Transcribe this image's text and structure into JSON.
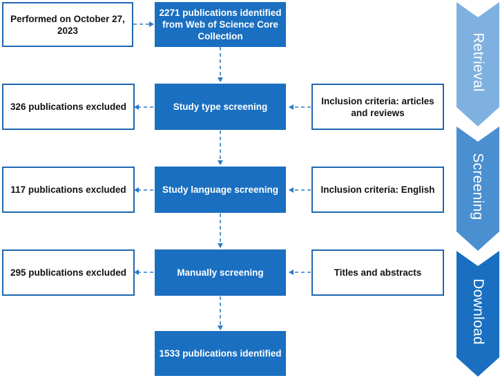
{
  "date_box": "Performed on October 27, 2023",
  "source_box": "2271 publications identified from Web of Science Core Collection",
  "steps": [
    "Study type screening",
    "Study language screening",
    "Manually screening"
  ],
  "excluded": [
    "326 publications excluded",
    "117 publications excluded",
    "295 publications excluded"
  ],
  "criteria": [
    "Inclusion criteria: articles and reviews",
    "Inclusion criteria: English",
    "Titles and abstracts"
  ],
  "result_box": "1533 publications identified",
  "phases": [
    {
      "label": "Retrieval",
      "color": "#7fb1e0"
    },
    {
      "label": "Screening",
      "color": "#4a8fd0"
    },
    {
      "label": "Download",
      "color": "#1a6fc0"
    }
  ],
  "colors": {
    "box_fill": "#1a6fc0",
    "outline": "#1f66ae",
    "connector": "#2b7bc6"
  }
}
